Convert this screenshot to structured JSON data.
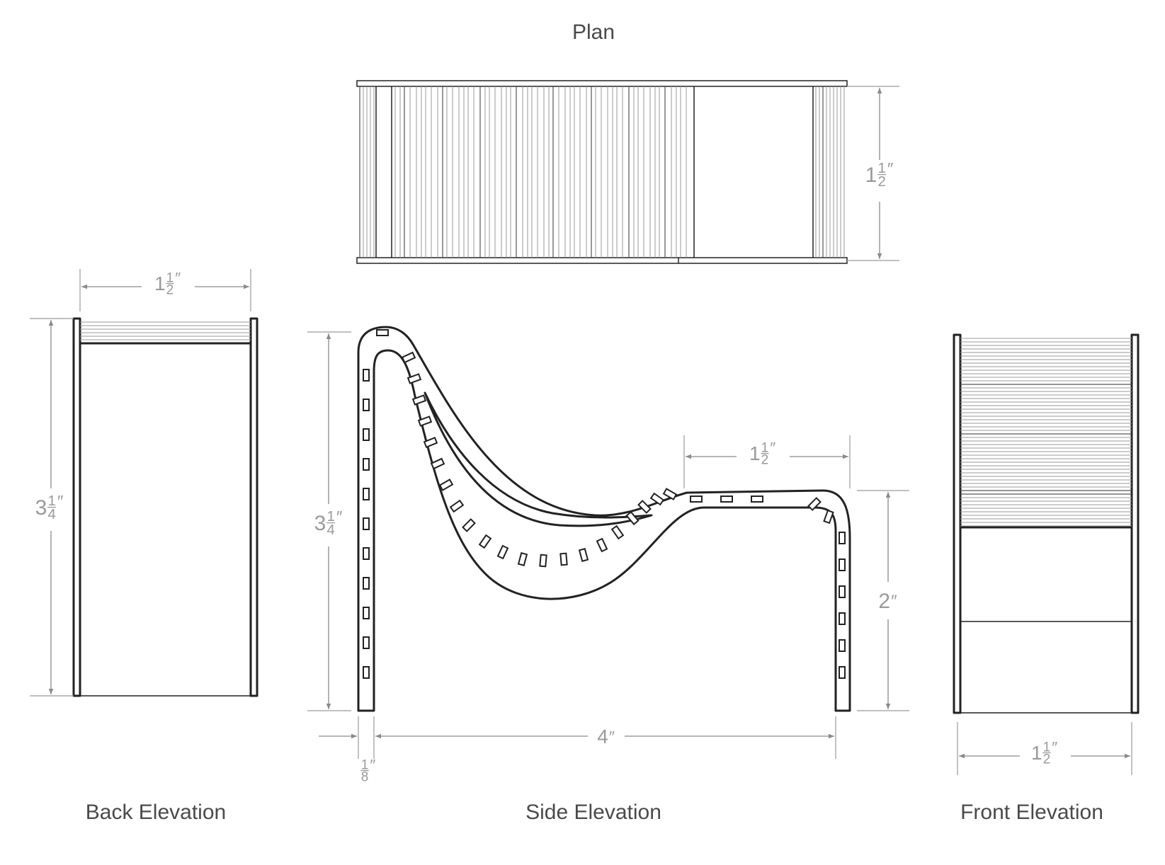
{
  "titles": {
    "plan": "Plan",
    "back": "Back Elevation",
    "side": "Side Elevation",
    "front": "Front Elevation"
  },
  "dimensions": {
    "plan_depth": {
      "whole": "1",
      "num": "1",
      "den": "2",
      "unit": "″"
    },
    "back_width": {
      "whole": "1",
      "num": "1",
      "den": "2",
      "unit": "″"
    },
    "back_height": {
      "whole": "3",
      "num": "1",
      "den": "4",
      "unit": "″"
    },
    "side_height": {
      "whole": "3",
      "num": "1",
      "den": "4",
      "unit": "″"
    },
    "side_seat": {
      "whole": "1",
      "num": "1",
      "den": "2",
      "unit": "″"
    },
    "side_front_height": {
      "whole": "2",
      "num": "",
      "den": "",
      "unit": "″"
    },
    "side_length": {
      "whole": "4",
      "num": "",
      "den": "",
      "unit": "″"
    },
    "side_thickness": {
      "whole": "",
      "num": "1",
      "den": "8",
      "unit": "″"
    },
    "front_width": {
      "whole": "1",
      "num": "1",
      "den": "2",
      "unit": "″"
    }
  },
  "colors": {
    "line": "#222222",
    "dimension": "#8a8a8a",
    "title": "#4a4a4a"
  }
}
